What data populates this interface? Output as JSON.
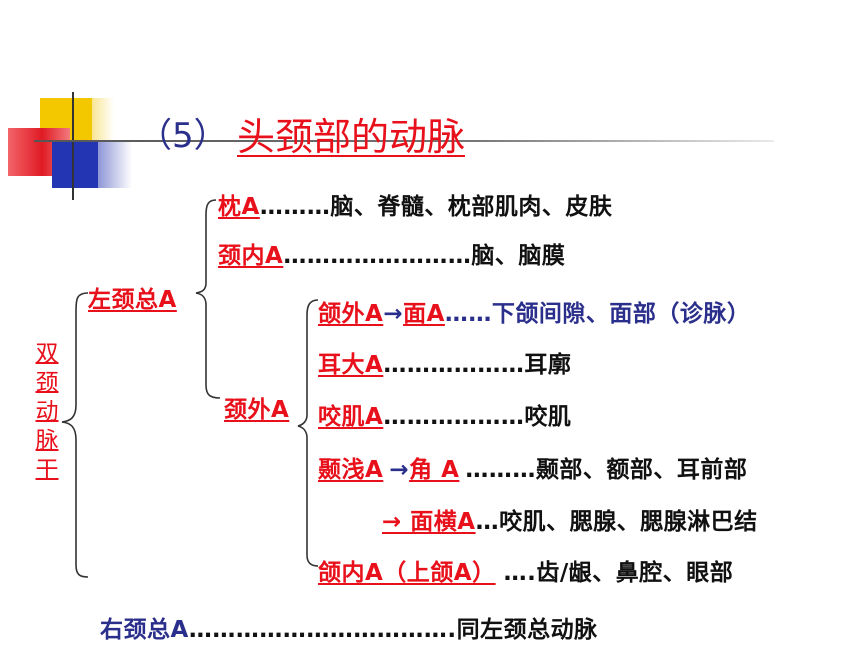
{
  "title": {
    "number": "（5）",
    "main": "头颈部的动脉"
  },
  "trunk_label": "双颈动脉干",
  "left_common": {
    "label": "左颈总A",
    "branches": [
      {
        "artery": "枕A",
        "dots": "………",
        "supply": "脑、脊髓、枕部肌肉、皮肤"
      },
      {
        "artery": "颈内A",
        "dots": "……………………",
        "supply": "脑、脑膜"
      }
    ],
    "external": {
      "label": "颈外A",
      "branches": [
        {
          "artery": "颌外A",
          "arrow": "→",
          "artery2": "面A",
          "dots": "……",
          "supply": "下颌间隙、面部（诊脉）"
        },
        {
          "artery": "耳大A",
          "dots": "………………",
          "supply": "耳廓"
        },
        {
          "artery": "咬肌A",
          "dots": "………………",
          "supply": "咬肌"
        },
        {
          "artery": "颞浅A",
          "arrow": "→",
          "artery2": "角 A",
          "dots": "………",
          "supply": "颞部、额部、耳前部"
        },
        {
          "artery": "→ 面横A",
          "dots": "…",
          "supply": "咬肌、腮腺、腮腺淋巴结"
        },
        {
          "artery": "颌内A（上颌A）",
          "dots": "….",
          "supply": "齿/龈、鼻腔、眼部"
        }
      ]
    }
  },
  "right_common": {
    "label": "右颈总A",
    "dots": "…………………………….",
    "supply": "同左颈总动脉"
  },
  "colors": {
    "red": "#e8101a",
    "blue": "#2b2f8c",
    "black": "#111111"
  }
}
